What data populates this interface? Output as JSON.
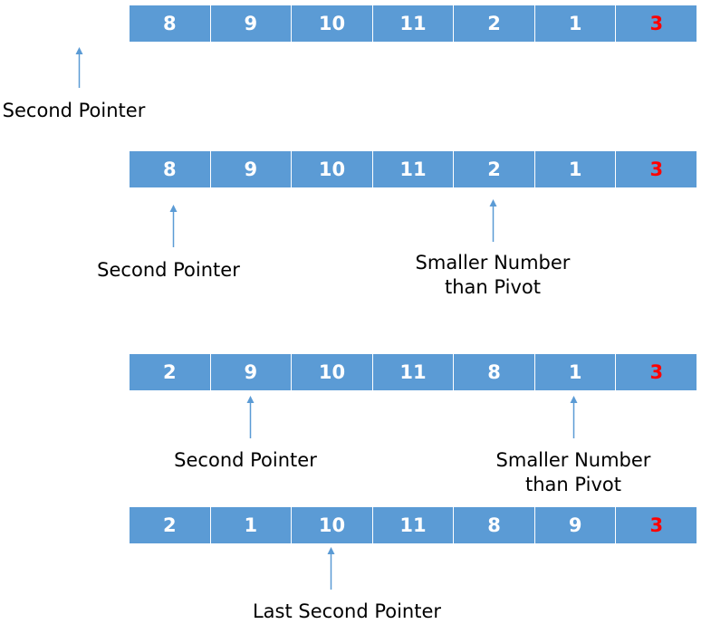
{
  "steps": [
    {
      "values": [
        "8",
        "9",
        "10",
        "11",
        "2",
        "1",
        "3"
      ],
      "labels": [
        "Second Pointer"
      ]
    },
    {
      "values": [
        "8",
        "9",
        "10",
        "11",
        "2",
        "1",
        "3"
      ],
      "labels": [
        "Second Pointer",
        "Smaller Number",
        "than Pivot"
      ]
    },
    {
      "values": [
        "2",
        "9",
        "10",
        "11",
        "8",
        "1",
        "3"
      ],
      "labels": [
        "Second Pointer",
        "Smaller Number",
        "than Pivot"
      ]
    },
    {
      "values": [
        "2",
        "1",
        "10",
        "11",
        "8",
        "9",
        "3"
      ],
      "labels": [
        "Last Second Pointer"
      ]
    }
  ],
  "colors": {
    "cell": "#5b9bd5",
    "cell_text": "#ffffff",
    "pivot_text": "#ff0000",
    "arrow": "#5b9bd5"
  }
}
